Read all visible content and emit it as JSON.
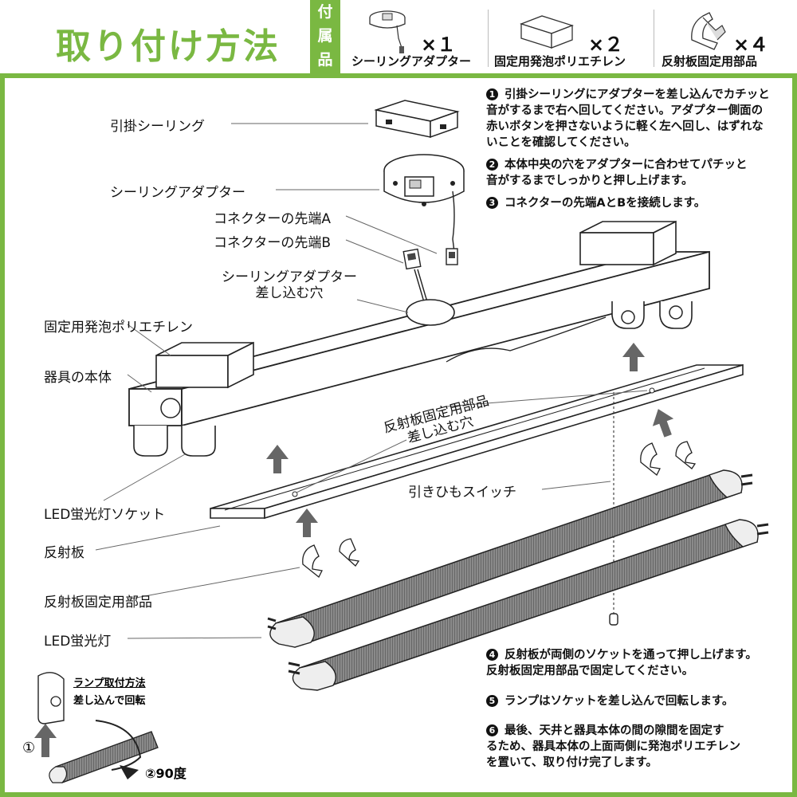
{
  "title": "取り付け方法",
  "accessories": {
    "tab_label": [
      "付",
      "属",
      "品"
    ],
    "items": [
      {
        "name": "シーリングアダプター",
        "qty": "×１",
        "icon": "ceiling-adapter-icon"
      },
      {
        "name": "固定用発泡ポリエチレン",
        "qty": "×２",
        "icon": "foam-block-icon"
      },
      {
        "name": "反射板固定用部品",
        "qty": "×４",
        "icon": "reflector-clip-icon"
      }
    ]
  },
  "labels": {
    "hikkake_ceiling": "引掛シーリング",
    "ceiling_adapter": "シーリングアダプター",
    "connector_a": "コネクターの先端A",
    "connector_b": "コネクターの先端B",
    "adapter_hole": [
      "シーリングアダプター",
      "差し込む穴"
    ],
    "foam": "固定用発泡ポリエチレン",
    "body": "器具の本体",
    "reflector_clip_hole": [
      "反射板固定用部品",
      "差し込む穴"
    ],
    "pull_switch": "引きひもスイッチ",
    "socket": "LED蛍光灯ソケット",
    "reflector": "反射板",
    "reflector_clip": "反射板固定用部品",
    "led_tube": "LED蛍光灯"
  },
  "lamp_method": {
    "title": "ランプ取付方法",
    "subtitle": "差し込んで回転",
    "step1": "①",
    "step2": "②90度"
  },
  "steps": [
    {
      "num": "1",
      "lines": [
        "引掛シーリングにアダプターを差し込んでカチッと",
        "音がするまで右へ回してください。アダプター側面の",
        "赤いボタンを押さないように軽く左へ回し、はずれな",
        "いことを確認してください。"
      ]
    },
    {
      "num": "2",
      "lines": [
        "本体中央の穴をアダプターに合わせてパチッと",
        "音がするまでしっかりと押し上げます。"
      ]
    },
    {
      "num": "3",
      "lines": [
        "コネクターの先端AとBを接続します。"
      ]
    },
    {
      "num": "4",
      "lines": [
        "反射板が両側のソケットを通って押し上げます。",
        "反射板固定用部品で固定してください。"
      ]
    },
    {
      "num": "5",
      "lines": [
        "ランプはソケットを差し込んで回転します。"
      ]
    },
    {
      "num": "6",
      "lines": [
        "最後、天井と器具本体の間の隙間を固定す",
        "るため、器具本体の上面両側に発泡ポリエチレン",
        "を置いて、取り付け完了します。"
      ]
    }
  ],
  "colors": {
    "accent": "#7ab842",
    "line": "#333333",
    "text": "#111111"
  }
}
